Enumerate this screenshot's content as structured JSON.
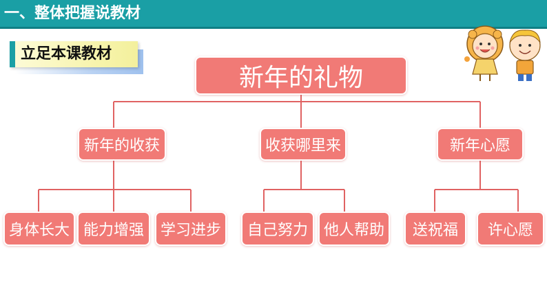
{
  "header": {
    "title": "一、整体把握说教材"
  },
  "section_tag": {
    "label": "立足本课教材"
  },
  "diagram": {
    "root": "新年的礼物",
    "branches": [
      {
        "label": "新年的收获",
        "children": [
          "身体长大",
          "能力增强",
          "学习进步"
        ]
      },
      {
        "label": "收获哪里来",
        "children": [
          "自己努力",
          "他人帮助"
        ]
      },
      {
        "label": "新年心愿",
        "children": [
          "送祝福",
          "许心愿"
        ]
      }
    ]
  },
  "colors": {
    "header": "#1a9fa5",
    "node_fill": "#f17a76",
    "connector": "#e06262",
    "tag_fill": "#f7f4ab"
  },
  "decoration": {
    "icon": "cartoon-kids-icon"
  }
}
